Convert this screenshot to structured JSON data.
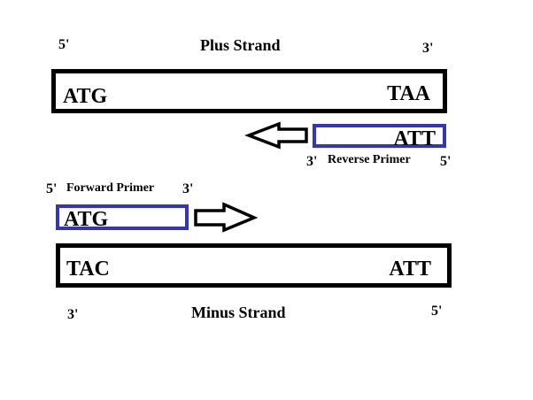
{
  "plus_strand": {
    "title": "Plus Strand",
    "left_end": "5'",
    "right_end": "3'",
    "left_seq": "ATG",
    "right_seq": "TAA"
  },
  "reverse_primer": {
    "label": "Reverse Primer",
    "left_end": "3'",
    "right_end": "5'",
    "seq": "ATT",
    "direction": "left",
    "box_color": "#3535b8"
  },
  "forward_primer": {
    "label": "Forward Primer",
    "left_end": "5'",
    "right_end": "3'",
    "seq": "ATG",
    "direction": "right",
    "box_color": "#3535b8"
  },
  "minus_strand": {
    "title": "Minus Strand",
    "left_end": "3'",
    "right_end": "5'",
    "left_seq": "TAC",
    "right_seq": "ATT"
  }
}
